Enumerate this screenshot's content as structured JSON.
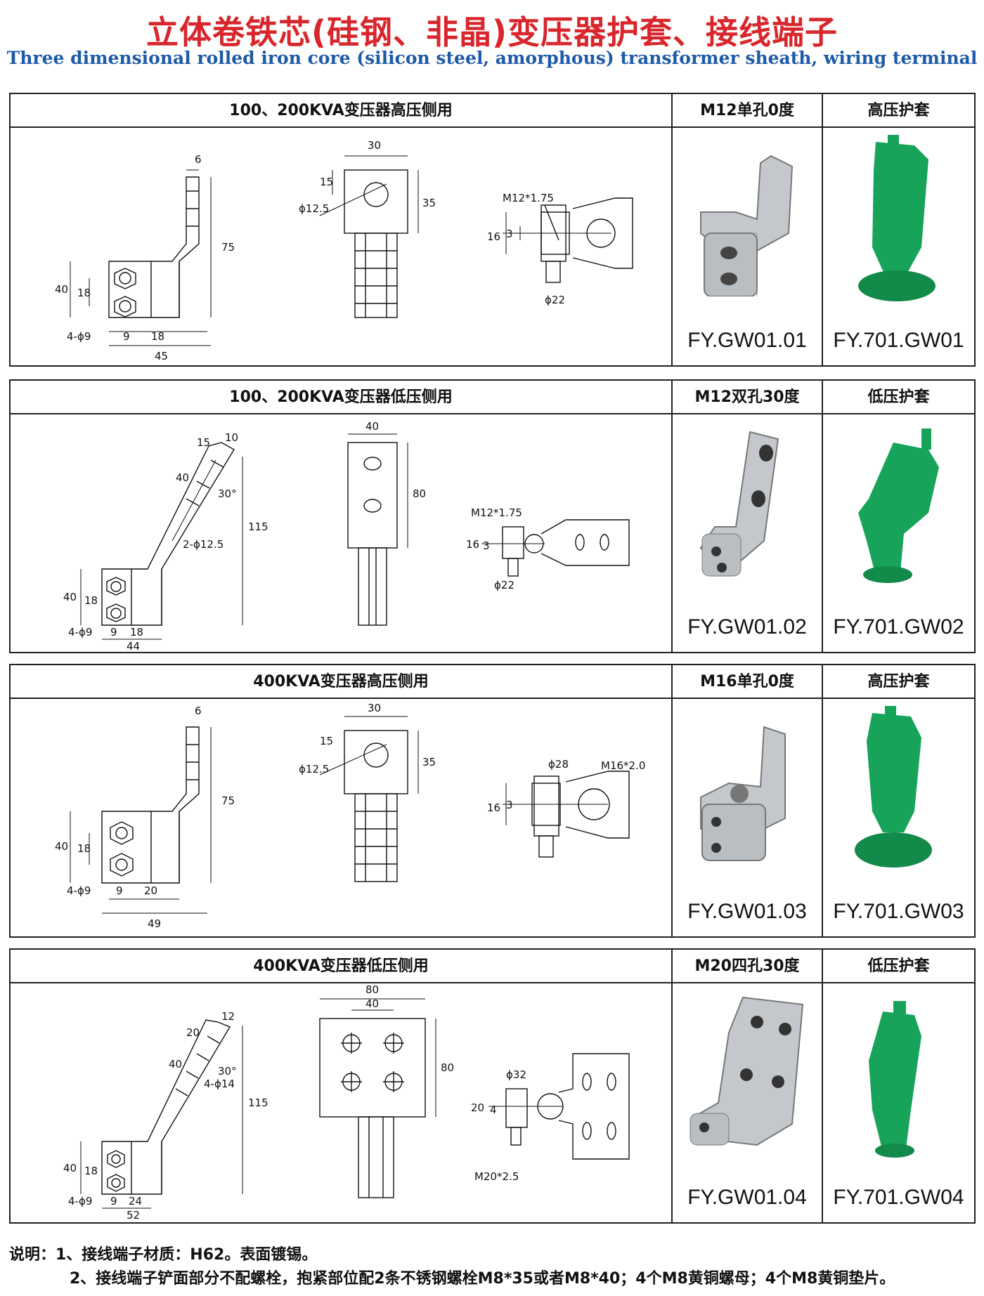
{
  "title_cn": "立体卷铁芯(硅钢、非晶)变压器护套、接线端子",
  "title_en": "Three dimensional rolled iron core (silicon steel, amorphous) transformer sheath, wiring terminal",
  "colors": {
    "title_cn": "#d8262c",
    "title_en": "#1d5aa8",
    "sheath_green": "#17a35a",
    "metal": "#c4c8cc"
  },
  "sections": [
    {
      "drawing_title": "100、200KVA变压器高压侧用",
      "terminal_spec": "M12单孔0度",
      "sheath_type": "高压护套",
      "terminal_code": "FY.GW01.01",
      "sheath_code": "FY.701.GW01",
      "dims": {
        "a": "6",
        "b": "75",
        "c": "40",
        "d": "18",
        "e": "4-ϕ9",
        "f": "9",
        "g": "18",
        "h": "45",
        "i": "30",
        "j": "15",
        "k": "35",
        "l": "ϕ12.5",
        "m": "M12*1.75",
        "n": "16",
        "o": "3",
        "p": "ϕ22"
      }
    },
    {
      "drawing_title": "100、200KVA变压器低压侧用",
      "terminal_spec": "M12双孔30度",
      "sheath_type": "低压护套",
      "terminal_code": "FY.GW01.02",
      "sheath_code": "FY.701.GW02",
      "dims": {
        "a": "15",
        "a2": "10",
        "b": "40",
        "b2": "30°",
        "c": "115",
        "d": "2-ϕ12.5",
        "e": "40",
        "f": "18",
        "g": "4-ϕ9",
        "h": "9",
        "i": "18",
        "j": "44",
        "k": "40",
        "l": "80",
        "m": "M12*1.75",
        "n": "16",
        "o": "3",
        "p": "ϕ22"
      }
    },
    {
      "drawing_title": "400KVA变压器高压侧用",
      "terminal_spec": "M16单孔0度",
      "sheath_type": "高压护套",
      "terminal_code": "FY.GW01.03",
      "sheath_code": "FY.701.GW03",
      "dims": {
        "a": "6",
        "b": "75",
        "c": "40",
        "d": "18",
        "e": "4-ϕ9",
        "f": "9",
        "g": "20",
        "h": "49",
        "i": "30",
        "j": "15",
        "k": "35",
        "l": "ϕ12.5",
        "m": "M16*2.0",
        "n": "16",
        "o": "3",
        "p": "ϕ28"
      }
    },
    {
      "drawing_title": "400KVA变压器低压侧用",
      "terminal_spec": "M20四孔30度",
      "sheath_type": "低压护套",
      "terminal_code": "FY.GW01.04",
      "sheath_code": "FY.701.GW04",
      "dims": {
        "a": "20",
        "a2": "12",
        "b": "40",
        "b2": "30°",
        "c": "115",
        "d": "4-ϕ14",
        "e": "40",
        "f": "18",
        "g": "4-ϕ9",
        "h": "9",
        "i": "24",
        "j": "52",
        "k": "80",
        "k2": "40",
        "l": "80",
        "m": "M20*2.5",
        "n": "20",
        "o": "4",
        "p": "ϕ32"
      }
    }
  ],
  "notes": [
    "说明：1、接线端子材质：H62。表面镀锡。",
    "2、接线端子铲面部分不配螺栓，抱紧部位配2条不锈钢螺栓M8*35或者M8*40；4个M8黄铜螺母；4个M8黄铜垫片。"
  ]
}
